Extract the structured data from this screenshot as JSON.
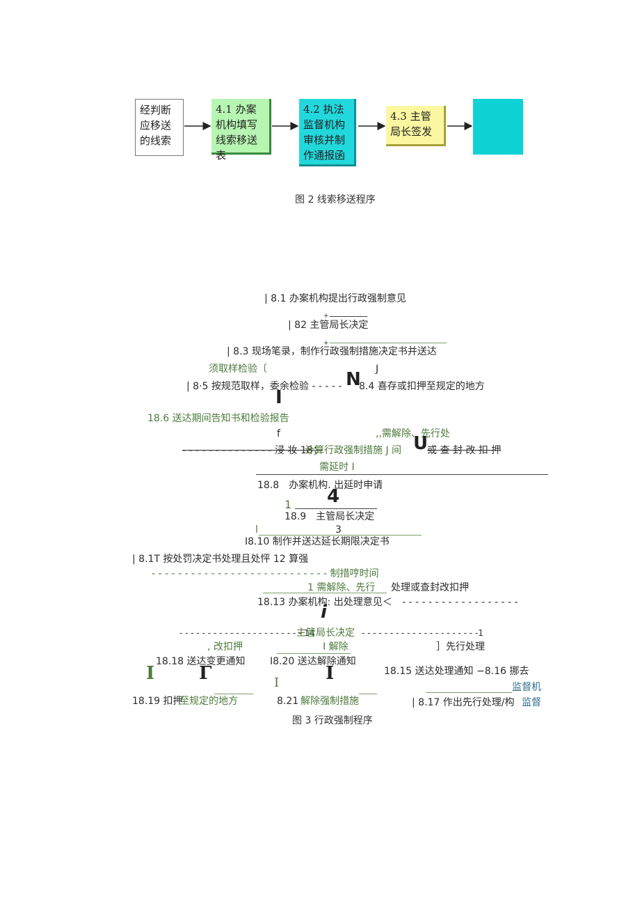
{
  "fig2": {
    "box1": "经判断应移送的线索",
    "box2": "4.1 办案机构填写线索移送表",
    "box3": "4.2 执法监督机构审核并制作通报函",
    "box4": "4.3 主管局长签发",
    "box5": "",
    "caption": "图 2 线索移送程序"
  },
  "fig3": {
    "l1": "| 8.1 办案机构提出行政强制意见",
    "l2m": "+",
    "l2": "| 82 主管局长决定",
    "l3m": "+",
    "l3": "| 8.3 现场笔录，制作行政强制措施决定书并送达",
    "l4a": "须取样检验〔",
    "l4b": "J",
    "l5a": "| 8·5 按规范取样，委余检验 - - - - -",
    "l5big": "N",
    "l5b": "8.4 喜存或扣押至规定的地方",
    "l5c": "I",
    "l6": "18.6 送达期间告知书和检验报告",
    "l7a": "f",
    "l7b": ",,需解除、先行处",
    "l8a": "- - - - - - - - - - - - - - 浸 妆 18；",
    "l8b": "计算行政强制措施 J 间",
    "l8big": "U",
    "l8c": "或 查 封 改 扣 押",
    "l9": "需延时 I",
    "l10": "18.8　办案机构. 出延时申请",
    "l11a": "1",
    "l11big": "4",
    "l12": "18.9　主管局长决定",
    "l13a": "l",
    "l13b": "3",
    "l14": "I8.10 制作并送达延长期限决定书",
    "l15": "| 8.1T 按处罚决定书处理且处怦 12 算强",
    "l16": "- - - - - - - - - - - - - - - - - - - - - - - - - - - 制措哼时间",
    "l17a": "1 需解除、先行",
    "l17b": "处理或查封改扣押",
    "l18a": "18.13 办案机构: 出处理意见＜",
    "l18b": "- - - - - - - - - - - - - - - - - -",
    "l19": "i",
    "l20a": "- - - - - - - - - - - - - - - - - - - - - - 14",
    "l20b": "主管局长决定",
    "l20c": "- - - - - - - - - - - - - - - - - - - - -1",
    "l21a": ", 改扣押",
    "l21b": "I 解除",
    "l21c": "］先行处理",
    "l22a": "18.18 送达变更通知",
    "l22b": "I8.20 送达解除通知",
    "l22c": "18.15 送达处理通知 −8.16 挪去",
    "l23a": "I",
    "l23b": "Γ",
    "l23c": "I",
    "l23d": "I",
    "l23e": "监督机",
    "l24a": "18.19 扣押",
    "l24b": "至规定的地方",
    "l24c": "8.21",
    "l24d": "解除强制措施",
    "l24e": "| 8.17 作出先行处理/构",
    "l24f": "监督",
    "caption": "图 3 行政强制程序"
  },
  "colors": {
    "green_box": "#b7f5b2",
    "cyan_box": "#22d8dc",
    "yellow_box": "#fbf7a0",
    "green_text": "#4d7a3c"
  }
}
